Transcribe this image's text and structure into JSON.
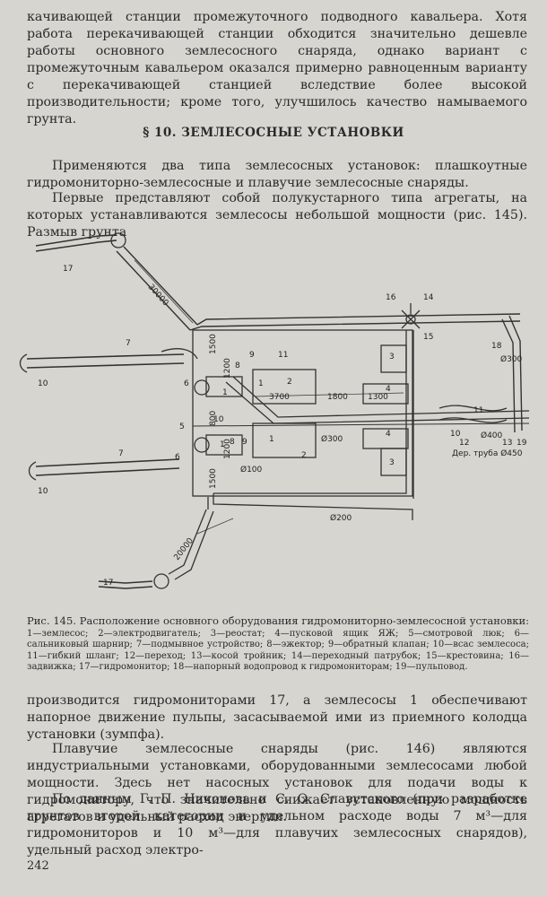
{
  "text": {
    "p1": "качивающей станции промежуточного подводного кавальера. Хотя работа перекачивающей станции обходится значительно дешевле работы основного землесосного снаряда, однако вариант с промежуточным кавальером оказался примерно равноценным варианту с перекачивающей станцией вследствие более высокой производительности; кроме того, улучшилось качество намываемого грунта.",
    "heading": "§ 10. ЗЕМЛЕСОСНЫЕ УСТАНОВКИ",
    "p2": "Применяются два типа землесосных установок: плашкоутные гидромониторно-землесосные и плавучие землесосные снаряды.",
    "p3": "Первые представляют собой полукустарного типа агрегаты, на которых устанавливаются землесосы небольшой мощности (рис. 145). Размыв грунта",
    "caption_title": "Рис. 145. Расположение основного оборудования гидромониторно-землесосной установки:",
    "caption_body": "1—землесос; 2—электродвигатель; 3—реостат; 4—пусковой ящик ЯЖ; 5—смотровой люк; 6—сальниковый шарнир; 7—подмывное устройство; 8—эжектор; 9—обратный клапан; 10—всас землесоса; 11—гибкий шланг; 12—переход; 13—косой тройник; 14—переходный патрубок; 15—крестовина; 16—задвижка; 17—гидромонитор; 18—напорный водопровод к гидромониторам; 19—пульповод.",
    "p4": "производится гидромониторами 17, а землесосы 1 обеспечивают напорное движение пульпы, засасываемой ими из приемного колодца установки (зумпфа).",
    "p5": "Плавучие землесосные снаряды (рис. 146) являются индустриальными установками, оборудованными землесосами любой мощности. Здесь нет насосных установок для подачи воды к гидромонитору, что значительно снижает установленную мощность агрегатов и удельный расход энергии.",
    "p6": "По данным Г. П. Никонова и С. О. Славутского (при разработке грунтов второй категории и удельном расходе воды 7 м³—для гидромониторов и 10 м³—для плавучих землесосных снарядов), удельный расход электро-",
    "page_number": "242"
  },
  "figure": {
    "labels": {
      "n1a": "1",
      "n1b": "1",
      "n1c": "1",
      "n1d": "1",
      "n2a": "2",
      "n2b": "2",
      "n3a": "3",
      "n3b": "3",
      "n4a": "4",
      "n4b": "4",
      "n5": "5",
      "n6a": "6",
      "n6b": "6",
      "n7a": "7",
      "n7b": "7",
      "n8a": "8",
      "n8b": "8",
      "n9a": "9",
      "n9b": "9",
      "n10a": "10",
      "n10b": "10",
      "n10c": "10",
      "n10d": "10",
      "n11a": "11",
      "n11b": "11",
      "n12": "12",
      "n13": "13",
      "n14": "14",
      "n15": "15",
      "n16": "16",
      "n17a": "17",
      "n17b": "17",
      "n18": "18",
      "n19": "19",
      "d30000": "30000",
      "d20000": "20000",
      "d3700": "3700",
      "d1800": "1800",
      "d1300": "1300",
      "d1500a": "1500",
      "d1500b": "1500",
      "d1200a": "1200",
      "d1200b": "1200",
      "d800": "800",
      "phi300a": "Ø300",
      "phi300b": "Ø300",
      "phi200": "Ø200",
      "phi100": "Ø100",
      "phi400": "Ø400",
      "pipe": "Дер. труба Ø450"
    }
  }
}
